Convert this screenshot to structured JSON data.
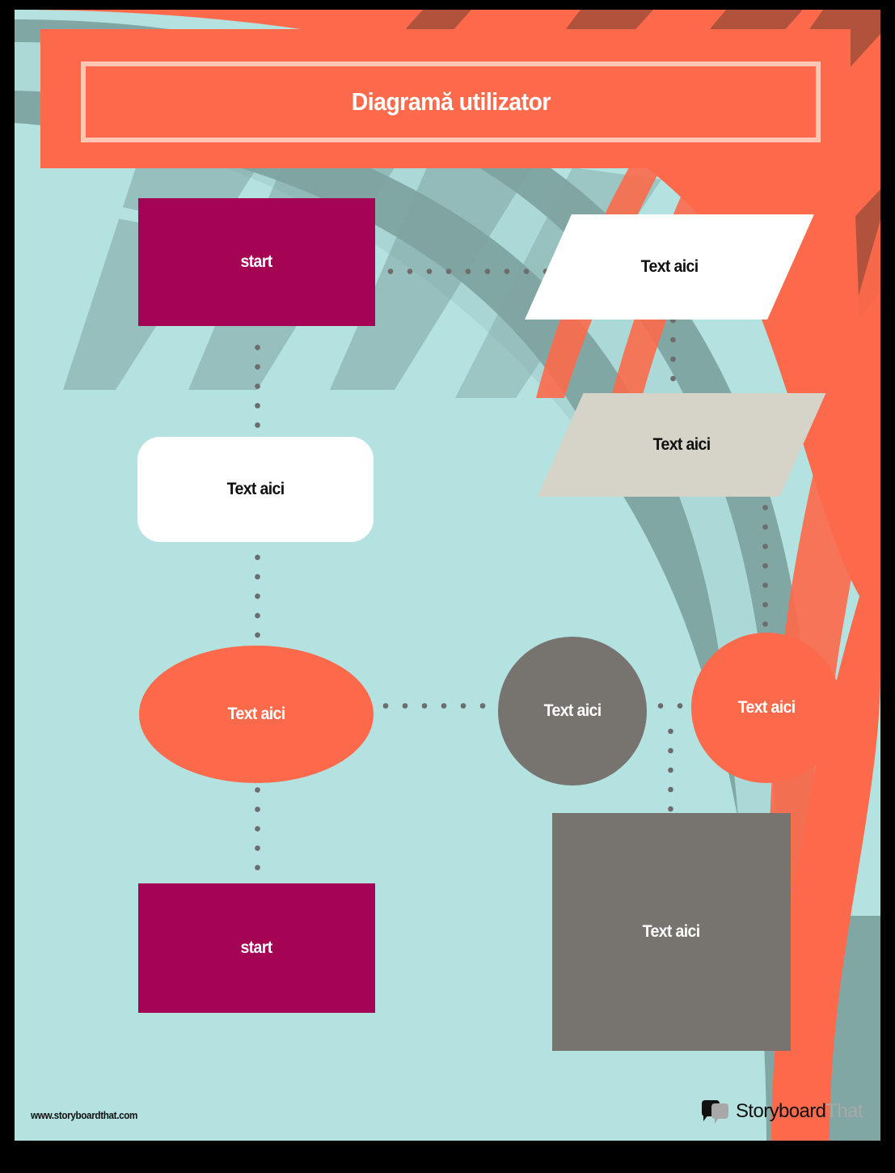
{
  "page": {
    "background_color": "#000000",
    "canvas_color": "#b3e2e0",
    "accent_orange": "#fc6a4b",
    "accent_teal_gray": "#7ea3a1",
    "accent_dark_red": "#b0523c"
  },
  "title": {
    "text": "Diagramă utilizator",
    "banner_color": "#fc6a4b",
    "border_color": "#ffc5b5",
    "text_color": "#ffffff"
  },
  "diagram": {
    "nodes": [
      {
        "id": "start-top",
        "label": "start",
        "shape": "rectangle",
        "fill": "#a50353",
        "text_color": "#ffffff"
      },
      {
        "id": "para-top",
        "label": "Text aici",
        "shape": "parallelogram",
        "fill": "#ffffff",
        "text_color": "#111111"
      },
      {
        "id": "process-left",
        "label": "Text aici",
        "shape": "rounded-rect",
        "fill": "#ffffff",
        "text_color": "#111111"
      },
      {
        "id": "para-mid",
        "label": "Text aici",
        "shape": "parallelogram",
        "fill": "#d6d3c8",
        "text_color": "#111111"
      },
      {
        "id": "ellipse-left",
        "label": "Text aici",
        "shape": "ellipse",
        "fill": "#fc6a4b",
        "text_color": "#ffffff"
      },
      {
        "id": "circle-mid",
        "label": "Text aici",
        "shape": "circle",
        "fill": "#77736f",
        "text_color": "#ffffff"
      },
      {
        "id": "circle-right",
        "label": "Text aici",
        "shape": "circle",
        "fill": "#fc6a4b",
        "text_color": "#ffffff"
      },
      {
        "id": "start-bottom",
        "label": "start",
        "shape": "rectangle",
        "fill": "#a50353",
        "text_color": "#ffffff"
      },
      {
        "id": "square-bottom",
        "label": "Text aici",
        "shape": "square",
        "fill": "#77736f",
        "text_color": "#ffffff"
      }
    ],
    "connector_color": "#6d6d6d",
    "connector_style": "dotted",
    "connections": [
      {
        "from": "start-top",
        "to": "para-top",
        "orientation": "horizontal"
      },
      {
        "from": "start-top",
        "to": "process-left",
        "orientation": "vertical"
      },
      {
        "from": "para-top",
        "to": "para-mid",
        "orientation": "vertical"
      },
      {
        "from": "process-left",
        "to": "ellipse-left",
        "orientation": "vertical"
      },
      {
        "from": "para-mid",
        "to": "circle-right",
        "orientation": "vertical"
      },
      {
        "from": "ellipse-left",
        "to": "circle-mid",
        "orientation": "horizontal"
      },
      {
        "from": "circle-mid",
        "to": "circle-right",
        "orientation": "horizontal"
      },
      {
        "from": "circle-mid",
        "to": "square-bottom",
        "orientation": "vertical"
      },
      {
        "from": "ellipse-left",
        "to": "start-bottom",
        "orientation": "vertical"
      }
    ]
  },
  "footer": {
    "url": "www.storyboardthat.com",
    "brand_part_one": "Storyboard",
    "brand_part_two": "That",
    "brand_icon": "speech-bubbles-icon"
  }
}
